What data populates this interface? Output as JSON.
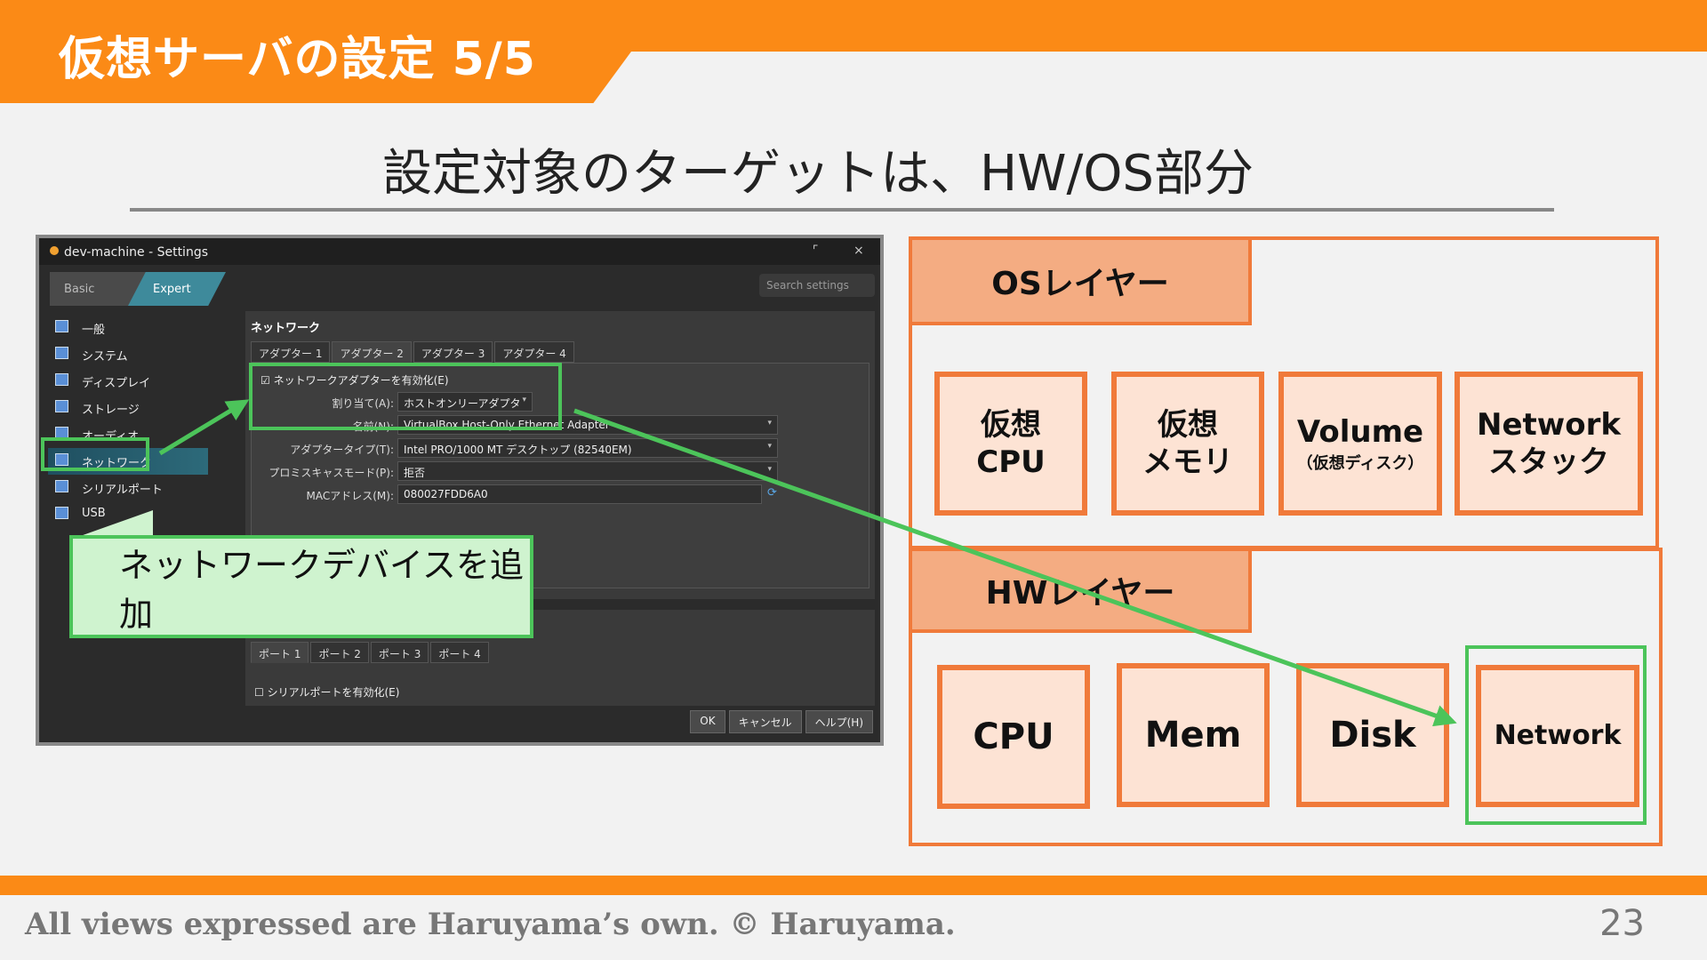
{
  "header": {
    "title": "仮想サーバの設定 5/5"
  },
  "subtitle": "設定対象のターゲットは、HW/OS部分",
  "footer": {
    "text": "All views expressed are Haruyama’s own. © Haruyama.",
    "page": "23"
  },
  "vbox": {
    "window_title": "dev-machine - Settings",
    "window_controls": {
      "restore": "⌜",
      "close": "×"
    },
    "modes": {
      "basic": "Basic",
      "expert": "Expert"
    },
    "search_placeholder": "Search settings",
    "sidebar": [
      {
        "label": "一般"
      },
      {
        "label": "システム"
      },
      {
        "label": "ディスプレイ"
      },
      {
        "label": "ストレージ"
      },
      {
        "label": "オーディオ"
      },
      {
        "label": "ネットワーク"
      },
      {
        "label": "シリアルポート"
      },
      {
        "label": "USB"
      }
    ],
    "network_panel": {
      "title": "ネットワーク",
      "tabs": [
        "アダプター 1",
        "アダプター 2",
        "アダプター 3",
        "アダプター 4"
      ],
      "enable_checkbox": "ネットワークアダプターを有効化(E)",
      "fields": [
        {
          "label": "割り当て(A):",
          "value": "ホストオンリーアダプター"
        },
        {
          "label": "名前(N):",
          "value": "VirtualBox Host-Only Ethernet Adapter"
        },
        {
          "label": "アダプタータイプ(T):",
          "value": "Intel PRO/1000 MT デスクトップ (82540EM)"
        },
        {
          "label": "プロミスキャスモード(P):",
          "value": "拒否"
        },
        {
          "label": "MACアドレス(M):",
          "value": "080027FDD6A0"
        }
      ]
    },
    "serial_panel": {
      "tabs": [
        "ポート 1",
        "ポート 2",
        "ポート 3",
        "ポート 4"
      ],
      "enable_checkbox": "シリアルポートを有効化(E)"
    },
    "buttons": {
      "ok": "OK",
      "cancel": "キャンセル",
      "help": "ヘルプ(H)"
    }
  },
  "callout": "ネットワークデバイスを追加",
  "diagram": {
    "os_layer": {
      "label": "OSレイヤー",
      "cells": [
        {
          "line1": "仮想",
          "line2": "CPU"
        },
        {
          "line1": "仮想",
          "line2": "メモリ"
        },
        {
          "line1": "Volume",
          "line2": "（仮想ディスク）"
        },
        {
          "line1": "Network",
          "line2": "スタック"
        }
      ]
    },
    "hw_layer": {
      "label": "HWレイヤー",
      "cells": [
        "CPU",
        "Mem",
        "Disk",
        "Network"
      ]
    }
  },
  "colors": {
    "accent_orange": "#fb8a16",
    "diagram_orange": "#f07a3a",
    "highlight_green": "#4cc45a"
  }
}
